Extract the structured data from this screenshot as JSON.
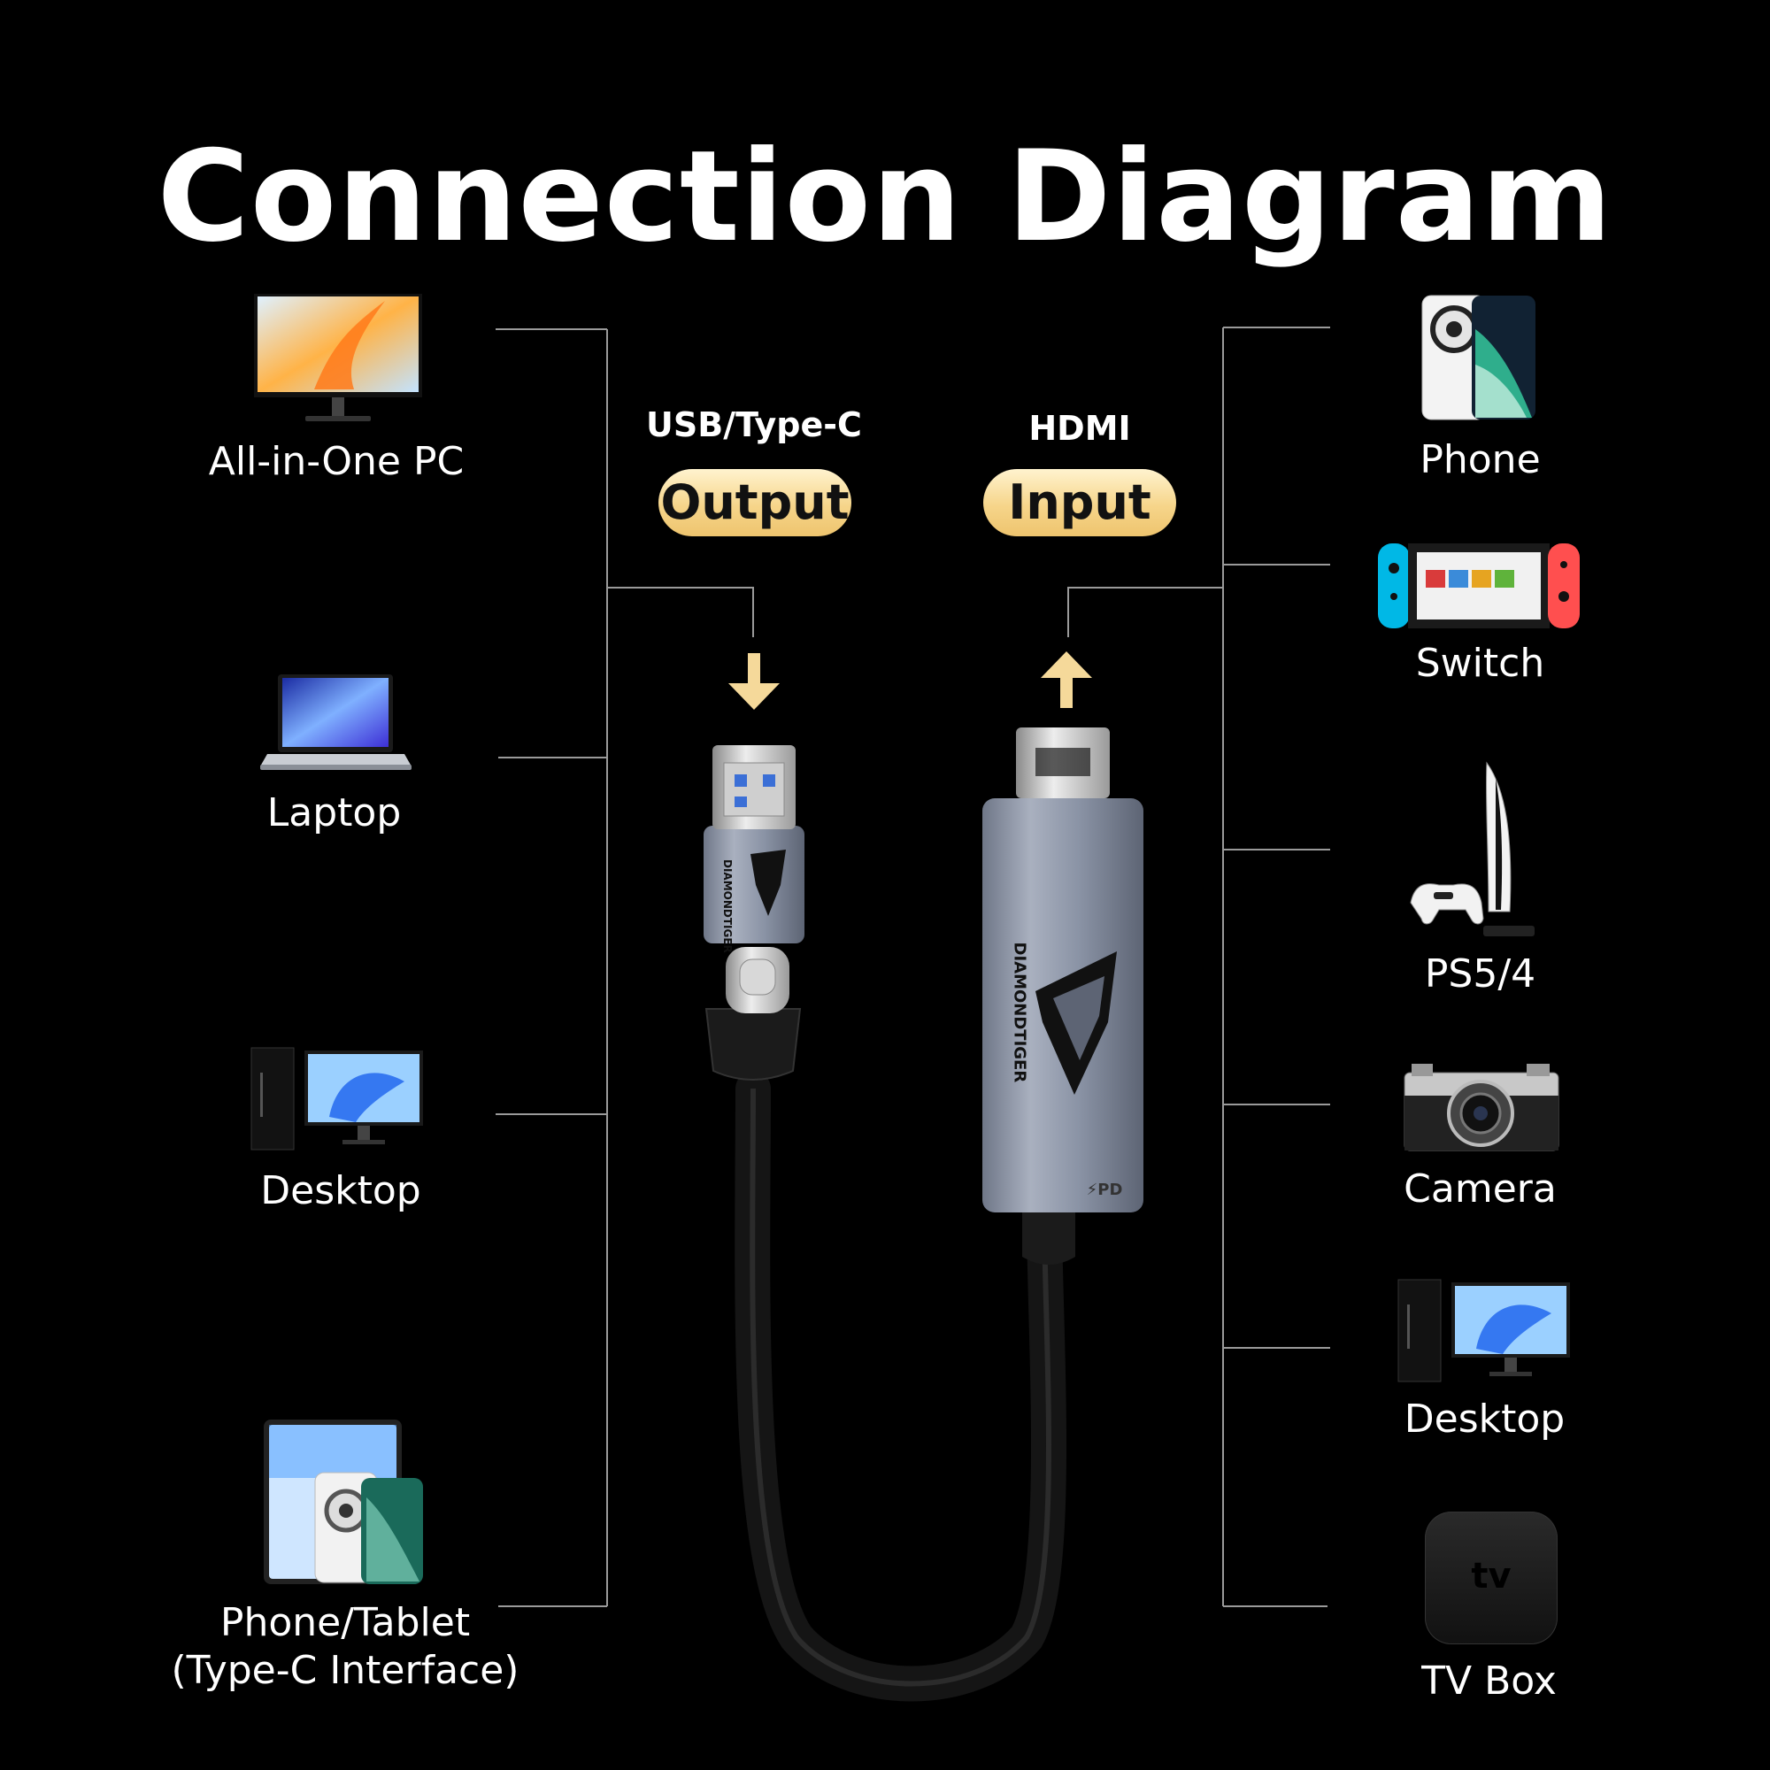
{
  "title": "Connection Diagram",
  "output_port": {
    "type": "USB/Type-C",
    "role": "Output"
  },
  "input_port": {
    "type": "HDMI",
    "role": "Input"
  },
  "output_devices": [
    {
      "label": "All-in-One PC",
      "icon": "all-in-one-pc-icon"
    },
    {
      "label": "Laptop",
      "icon": "laptop-icon"
    },
    {
      "label": "Desktop",
      "icon": "desktop-icon"
    },
    {
      "label": "Phone/Tablet",
      "sublabel": "(Type-C Interface)",
      "icon": "phone-tablet-icon"
    }
  ],
  "input_devices": [
    {
      "label": "Phone",
      "icon": "phone-icon"
    },
    {
      "label": "Switch",
      "icon": "switch-console-icon"
    },
    {
      "label": "PS5/4",
      "icon": "ps5-console-icon"
    },
    {
      "label": "Camera",
      "icon": "camera-icon"
    },
    {
      "label": "Desktop",
      "icon": "desktop-icon"
    },
    {
      "label": "TV Box",
      "icon": "tv-box-icon"
    }
  ],
  "product": {
    "brand": "DIAMONDTIGER",
    "pd_mark": "⚡PD",
    "tv_box_logo": "tv"
  },
  "colors": {
    "background": "#000000",
    "pill": "#f3cf7e",
    "arrow": "#f5d99a",
    "line": "#9a9a9a",
    "housing": "#8e96a6"
  }
}
